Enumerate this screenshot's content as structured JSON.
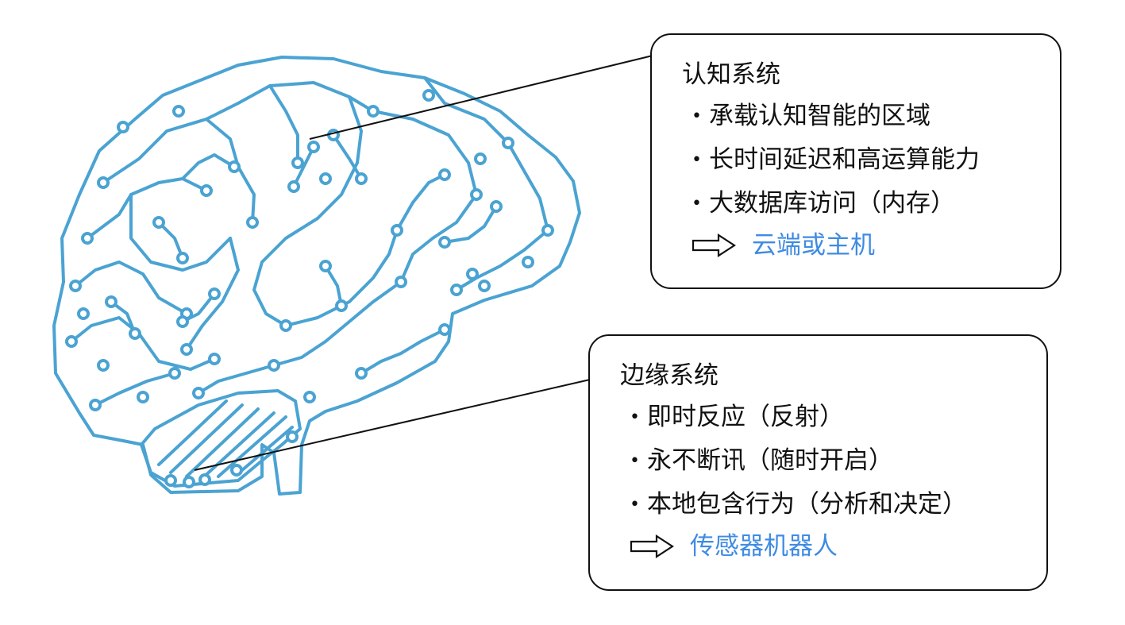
{
  "colors": {
    "circuit": "#4aa3d2",
    "border": "#111111",
    "text": "#111111",
    "accent": "#3f8be2",
    "leader": "#111111"
  },
  "cognitive": {
    "title": "认知系统",
    "items": [
      "承载认知智能的区域",
      "长时间延迟和高运算能力",
      "大数据库访问（内存）"
    ],
    "arrow_icon": "outline-right-arrow-icon",
    "result": "云端或主机"
  },
  "limbic": {
    "title": "边缘系统",
    "items": [
      "即时反应（反射）",
      "永不断讯（随时开启）",
      "本地包含行为（分析和决定）"
    ],
    "arrow_icon": "outline-right-arrow-icon",
    "result": "传感器机器人"
  },
  "illustration": {
    "icon": "circuit-brain-icon"
  }
}
